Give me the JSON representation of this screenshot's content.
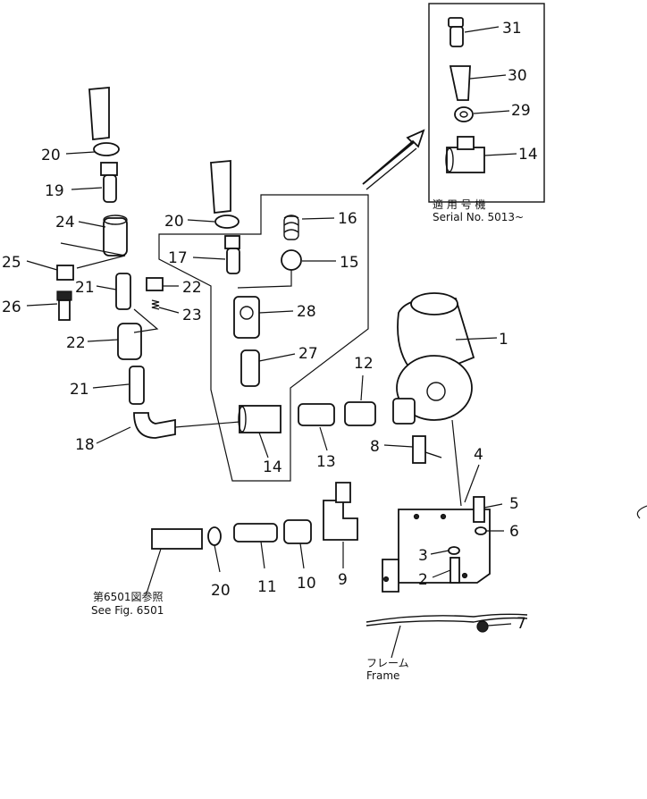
{
  "callouts": {
    "c1": "1",
    "c2": "2",
    "c3": "3",
    "c4": "4",
    "c5": "5",
    "c6": "6",
    "c7": "7",
    "c8": "8",
    "c9": "9",
    "c10": "10",
    "c11": "11",
    "c12": "12",
    "c13": "13",
    "c14a": "14",
    "c14b": "14",
    "c15": "15",
    "c16": "16",
    "c17": "17",
    "c18": "18",
    "c19": "19",
    "c20a": "20",
    "c20b": "20",
    "c20c": "20",
    "c21a": "21",
    "c21b": "21",
    "c22a": "22",
    "c22b": "22",
    "c23": "23",
    "c24": "24",
    "c25": "25",
    "c26": "26",
    "c27": "27",
    "c28": "28",
    "c29": "29",
    "c30": "30",
    "c31": "31"
  },
  "inset": {
    "jp_label": "適 用 号 機",
    "serial": "Serial No. 5013~"
  },
  "reference": {
    "jp_label": "第6501図参照",
    "en_label": "See  Fig. 6501"
  },
  "frame": {
    "jp_label": "フレーム",
    "en_label": "Frame"
  }
}
